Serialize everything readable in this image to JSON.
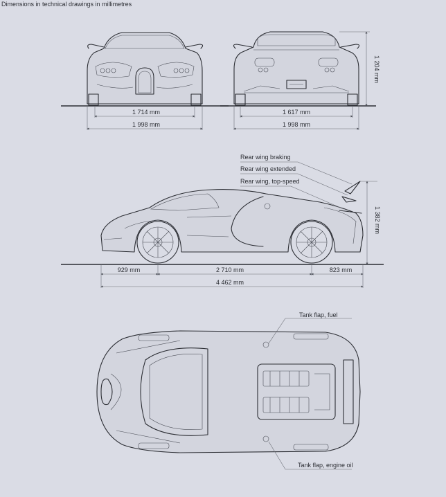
{
  "title": "Dimensions in technical drawings in millimetres",
  "front_view": {
    "track_width": "1 714 mm",
    "overall_width": "1 998 mm"
  },
  "rear_view": {
    "track_width": "1 617 mm",
    "overall_width": "1 998 mm",
    "height": "1 204 mm"
  },
  "side_view": {
    "callouts": [
      "Rear wing braking",
      "Rear wing extended",
      "Rear wing, top-speed"
    ],
    "height_wing_up": "1 382 mm",
    "front_overhang": "929 mm",
    "wheelbase": "2 710 mm",
    "rear_overhang": "823 mm",
    "overall_length": "4 462 mm"
  },
  "top_view": {
    "fuel_flap": "Tank flap, fuel",
    "oil_flap": "Tank flap, engine oil"
  },
  "colors": {
    "background": "#dadce5",
    "line": "#2b2d33"
  }
}
